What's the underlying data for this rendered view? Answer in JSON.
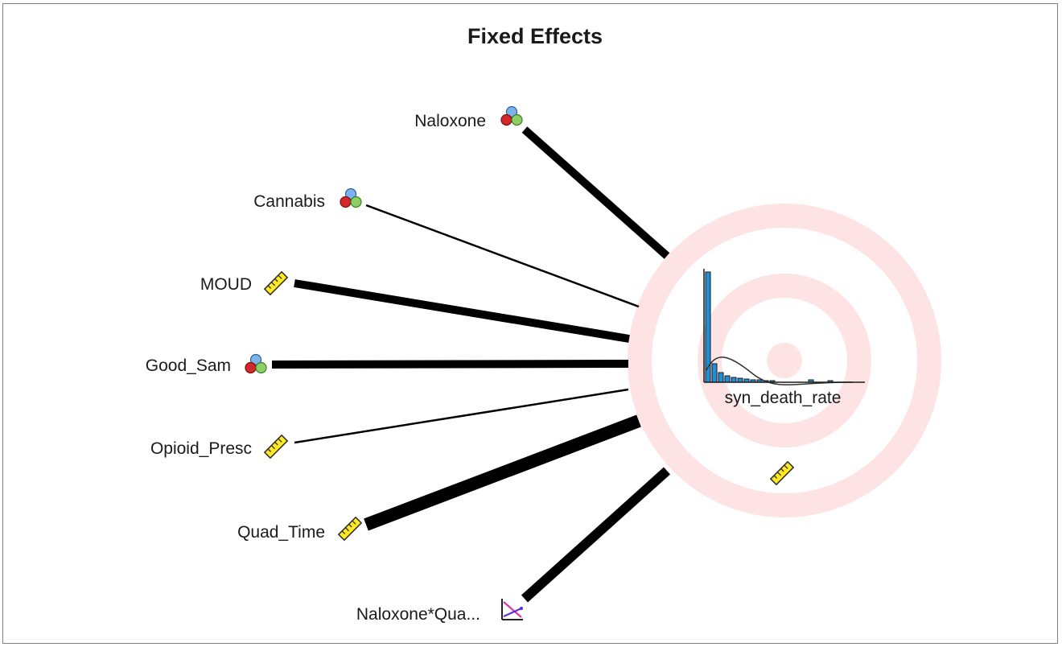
{
  "title": "Fixed Effects",
  "target": {
    "label": "syn_death_rate",
    "icon": "ruler-icon",
    "ring_color": "#fde3e3",
    "bar_color": "#1e90d8"
  },
  "predictors": [
    {
      "label": "Naloxone",
      "icon": "nominal-circles-icon"
    },
    {
      "label": "Cannabis",
      "icon": "nominal-circles-icon"
    },
    {
      "label": "MOUD",
      "icon": "ruler-icon"
    },
    {
      "label": "Good_Sam",
      "icon": "nominal-circles-icon"
    },
    {
      "label": "Opioid_Presc",
      "icon": "ruler-icon"
    },
    {
      "label": "Quad_Time",
      "icon": "ruler-icon"
    },
    {
      "label": "Naloxone*Qua...",
      "icon": "interaction-icon"
    }
  ]
}
